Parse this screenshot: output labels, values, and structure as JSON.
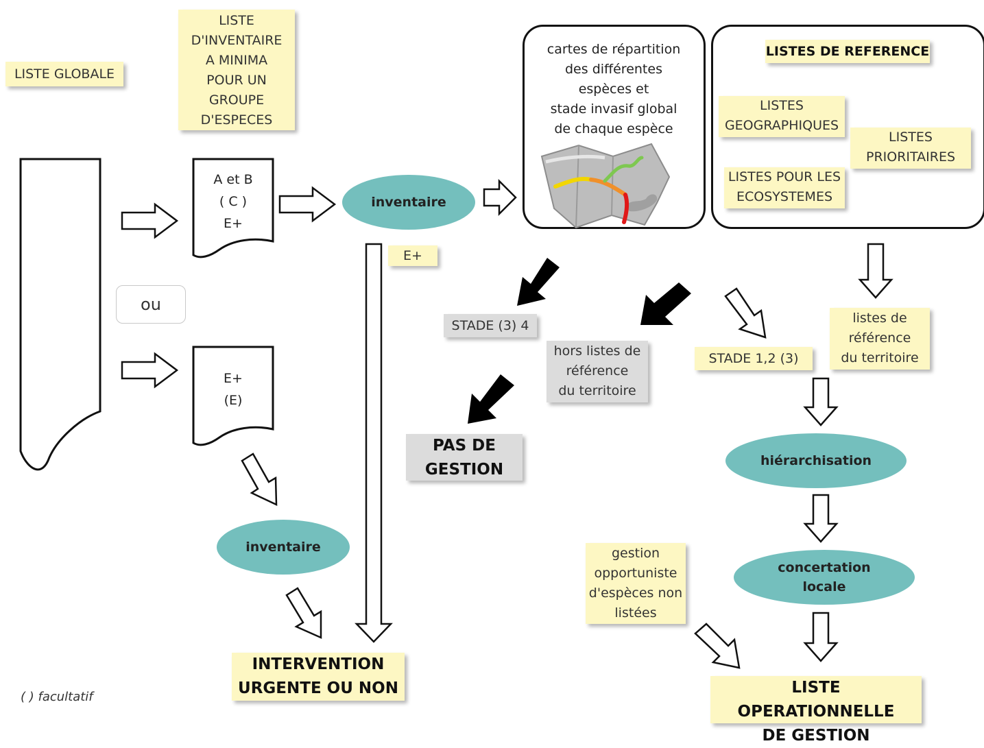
{
  "colors": {
    "note": "#fdf7c3",
    "grey": "#dcdcdc",
    "ellipse": "#74bfbd",
    "arrow_black": "#000000",
    "map_yellow": "#f2d600",
    "map_orange": "#f0902a",
    "map_red": "#e01818",
    "map_green": "#7ec850"
  },
  "labels": {
    "liste_globale": "LISTE GLOBALE",
    "liste_inventaire": "LISTE\nD'INVENTAIRE\nA MINIMA\nPOUR UN\nGROUPE\nD'ESPECES",
    "doc1": "A  et B\n( C )\nE+",
    "ou": "ou",
    "doc2": "E+\n(E)",
    "inventaire_top": "inventaire",
    "inventaire_bottom": "inventaire",
    "e_plus": "E+",
    "cartes": "cartes de répartition\ndes différentes\nespèces et\nstade invasif global\nde chaque espèce",
    "listes_reference": "LISTES DE REFERENCE",
    "listes_geo": "LISTES\nGEOGRAPHIQUES",
    "listes_prio": "LISTES\nPRIORITAIRES",
    "listes_eco": "LISTES  POUR LES\nECOSYSTEMES",
    "stade_34": "STADE (3) 4",
    "hors_listes": "hors listes de\nréférence\ndu territoire",
    "stade_123": "STADE 1,2 (3)",
    "listes_territoire": "listes de\nréférence\ndu territoire",
    "pas_gestion": "PAS DE\nGESTION",
    "hierarchisation": "hiérarchisation",
    "concertation": "concertation\nlocale",
    "gestion_opportuniste": "gestion\nopportuniste\nd'espèces non\nlistées",
    "intervention": "INTERVENTION\nURGENTE OU NON",
    "liste_operationnelle": "LISTE OPERATIONNELLE\nDE GESTION",
    "facultatif": "( ) facultatif"
  },
  "icons": {
    "map": "map-icon",
    "arrows": "arrow-icon"
  }
}
